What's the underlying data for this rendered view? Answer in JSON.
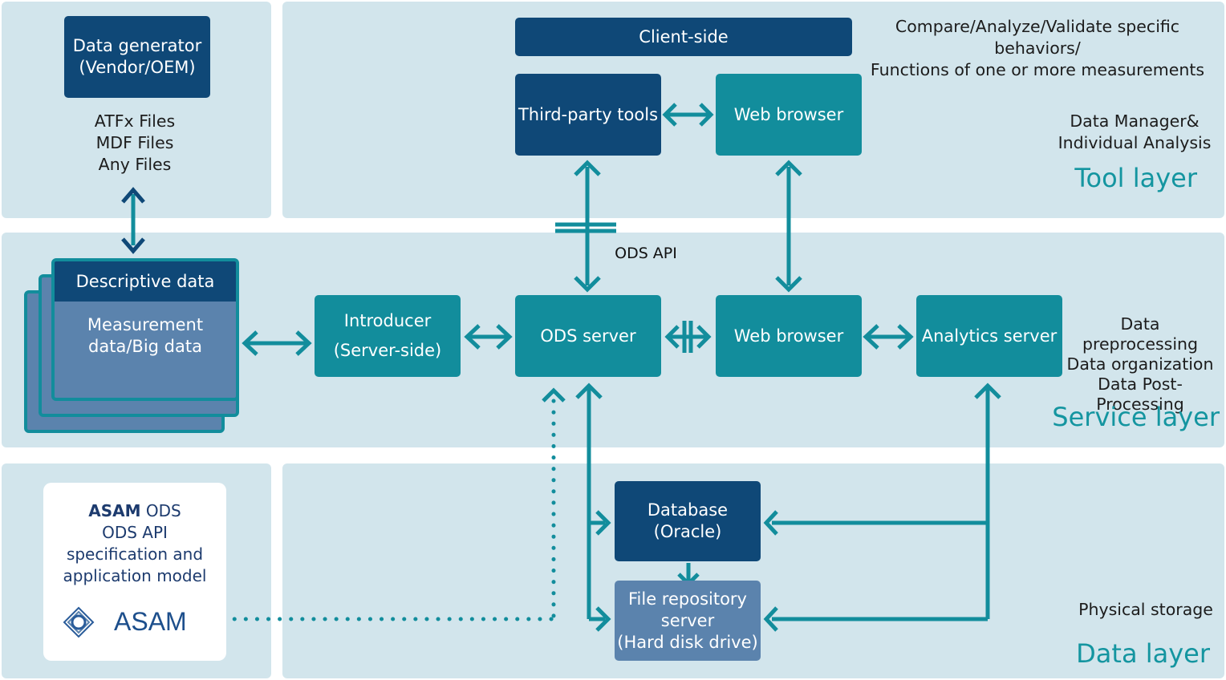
{
  "layers": {
    "tool": "Tool layer",
    "service": "Service layer",
    "data": "Data layer"
  },
  "boxes": {
    "data_generator": [
      "Data generator",
      "(Vendor/OEM)"
    ],
    "client_side": "Client-side",
    "third_party_tools": "Third-party tools",
    "web_browser_tool": "Web browser",
    "descriptive_data": "Descriptive data",
    "measurement_data": [
      "Measurement",
      "data/Big data"
    ],
    "introducer": [
      "Introducer",
      "(Server-side)"
    ],
    "ods_server": "ODS server",
    "web_browser_service": "Web browser",
    "analytics_server": "Analytics server",
    "database": [
      "Database",
      "(Oracle)"
    ],
    "file_repository": [
      "File repository",
      "server",
      "(Hard disk drive)"
    ]
  },
  "file_types": [
    "ATFx Files",
    "MDF Files",
    "Any Files"
  ],
  "ods_api_label": "ODS API",
  "notes": {
    "tool_top": [
      "Compare/Analyze/Validate specific behaviors/",
      "Functions of one or more measurements"
    ],
    "tool_side": [
      "Data Manager&",
      "Individual Analysis"
    ],
    "service_side": [
      "Data preprocessing",
      "Data organization",
      "Data Post-",
      "Processing"
    ],
    "data_side": "Physical storage"
  },
  "asam_card": {
    "line1_bold": "ASAM",
    "line1_rest": " ODS",
    "lines": [
      "ODS API",
      "specification and",
      "application model"
    ],
    "logo_text": "ASAM"
  },
  "colors": {
    "panel": "#d2e5ec",
    "dark_box": "#0f4877",
    "teal_box": "#128d9c",
    "steel_box": "#5b83ad",
    "layer_title": "#1495a0"
  }
}
